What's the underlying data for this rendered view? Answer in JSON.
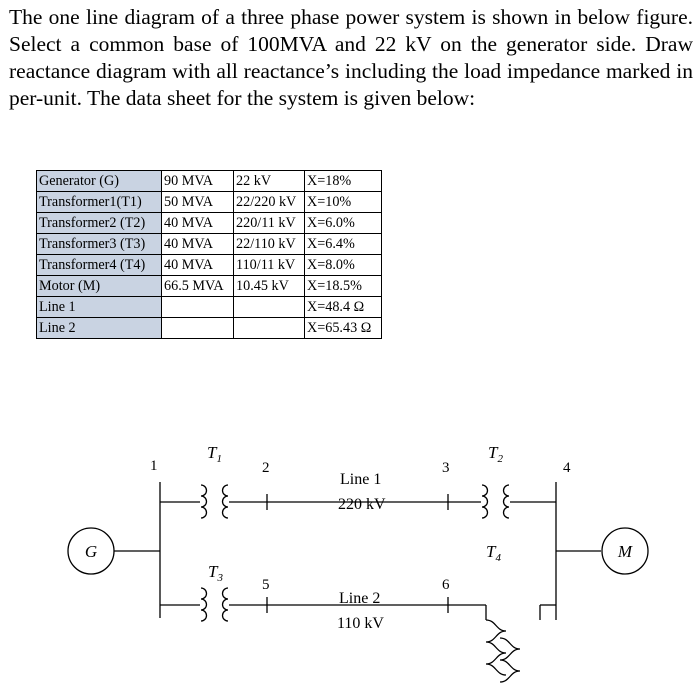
{
  "problem_text": "The one line diagram of a three phase power system is shown in below figure. Select a common base of 100MVA and 22 kV on the generator side. Draw reactance diagram with all reactance’s including the load impedance marked in per-unit. The data sheet for the system is given below:",
  "table": {
    "rows": [
      [
        "Generator (G)",
        "90 MVA",
        "22 kV",
        "X=18%"
      ],
      [
        "Transformer1(T1)",
        "50 MVA",
        "22/220 kV",
        "X=10%"
      ],
      [
        "Transformer2 (T2)",
        "40 MVA",
        "220/11 kV",
        "X=6.0%"
      ],
      [
        "Transformer3 (T3)",
        "40 MVA",
        "22/110 kV",
        "X=6.4%"
      ],
      [
        "Transformer4 (T4)",
        "40 MVA",
        "110/11 kV",
        "X=8.0%"
      ],
      [
        "Motor (M)",
        "66.5 MVA",
        "10.45 kV",
        "X=18.5%"
      ],
      [
        "Line 1",
        "",
        "",
        "X=48.4 Ω"
      ],
      [
        "Line 2",
        "",
        "",
        "X=65.43 Ω"
      ]
    ]
  },
  "diagram": {
    "generator": "G",
    "motor": "M",
    "t1": "T",
    "t1_sub": "1",
    "t2": "T",
    "t2_sub": "2",
    "t3": "T",
    "t3_sub": "3",
    "t4": "T",
    "t4_sub": "4",
    "bus1": "1",
    "bus2": "2",
    "bus3": "3",
    "bus4": "4",
    "bus5": "5",
    "bus6": "6",
    "line1_name": "Line 1",
    "line1_voltage": "220 kV",
    "line2_name": "Line 2",
    "line2_voltage": "110 kV"
  }
}
